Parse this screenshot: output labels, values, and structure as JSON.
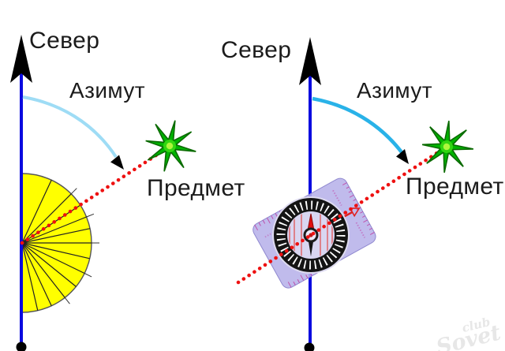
{
  "diagram_title": "Azimuth measurement diagram",
  "panels": [
    {
      "id": "left",
      "instrument": "protractor",
      "north_label": "Север",
      "azimuth_label": "Азимут",
      "object_label": "Предмет"
    },
    {
      "id": "right",
      "instrument": "baseplate-compass",
      "north_label": "Север",
      "azimuth_label": "Азимут",
      "object_label": "Предмет"
    }
  ],
  "watermark": {
    "line1": "club",
    "line2": "Sovet"
  },
  "colors": {
    "north_line": "#0b0bdf",
    "arrowhead": "#000000",
    "azimuth_arc_left": "#9edcf5",
    "azimuth_arc_right": "#29b2e8",
    "sight_line": "#ee1111",
    "star_fill": "#00b400",
    "star_edge": "#0a6a00",
    "star_core": "#aef63c",
    "protractor_fill": "#ffff00",
    "compass_plate": "#b7b2e9",
    "compass_bezel": "#141414",
    "needle_north": "#e01010",
    "needle_south": "#151515",
    "ruler_marks": "#c13a9e"
  }
}
